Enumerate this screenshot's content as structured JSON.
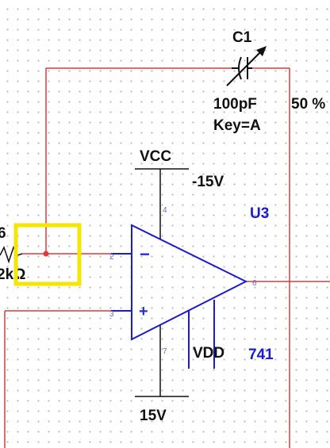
{
  "capacitor": {
    "ref": "C1",
    "value": "100pF",
    "key": "Key=A",
    "percent": "50 %"
  },
  "opamp": {
    "ref": "U3",
    "model": "741",
    "pin_inverting": "2",
    "pin_noninverting": "3",
    "pin_output": "6",
    "pin_vcc": "4",
    "pin_vdd": "7",
    "minus_sign": "−",
    "plus_sign": "+"
  },
  "power": {
    "vcc_label": "VCC",
    "vcc_value": "-15V",
    "vdd_label": "VDD",
    "vdd_value": "15V"
  },
  "resistor": {
    "ref_fragment": "6",
    "value_fragment": "2kΩ"
  },
  "colors": {
    "wire_red": "#e03a3a",
    "component_blue": "#1a1ad8",
    "power_black": "#111111",
    "highlight_yellow": "#f5e600"
  }
}
